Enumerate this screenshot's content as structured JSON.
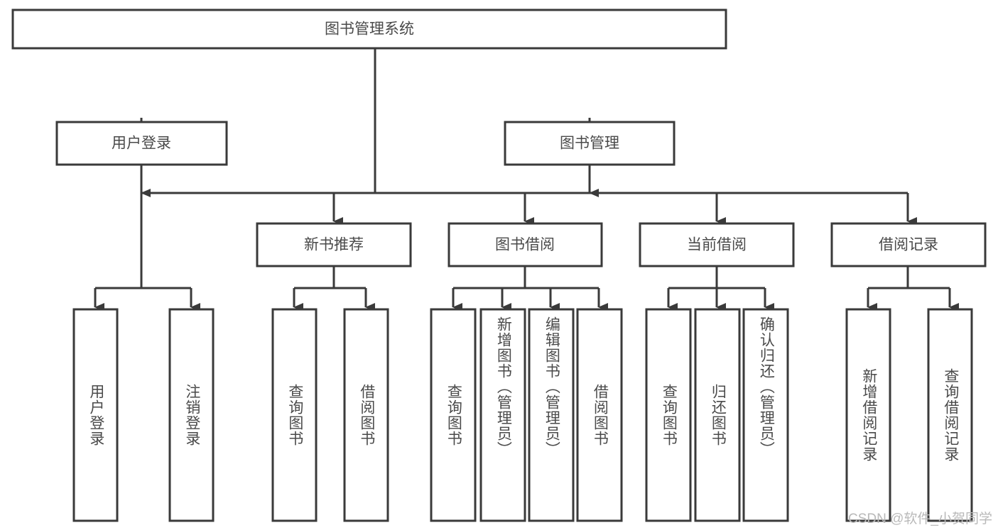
{
  "diagram": {
    "title": "图书管理系统",
    "watermark": "CSDN @软件_小贺同学",
    "colors": {
      "stroke": "#3a3a3a",
      "text": "#4a4a4a",
      "background": "#ffffff",
      "watermark": "#b9b9b9"
    },
    "root": {
      "label": "图书管理系统"
    },
    "level2": [
      {
        "label": "用户登录"
      },
      {
        "label": "图书管理"
      }
    ],
    "level3": [
      {
        "label": "新书推荐"
      },
      {
        "label": "图书借阅"
      },
      {
        "label": "当前借阅"
      },
      {
        "label": "借阅记录"
      }
    ],
    "leaves": {
      "user_login": [
        {
          "label": "用户登录"
        },
        {
          "label": "注销登录"
        }
      ],
      "new_book_recommend": [
        {
          "label": "查询图书"
        },
        {
          "label": "借阅图书"
        }
      ],
      "book_borrow": [
        {
          "label": "查询图书"
        },
        {
          "label": "新增图书（管理员）"
        },
        {
          "label": "编辑图书（管理员）"
        },
        {
          "label": "借阅图书"
        }
      ],
      "current_borrow": [
        {
          "label": "查询图书"
        },
        {
          "label": "归还图书"
        },
        {
          "label": "确认归还（管理员）"
        }
      ],
      "borrow_record": [
        {
          "label": "新增借阅记录"
        },
        {
          "label": "查询借阅记录"
        }
      ]
    }
  }
}
